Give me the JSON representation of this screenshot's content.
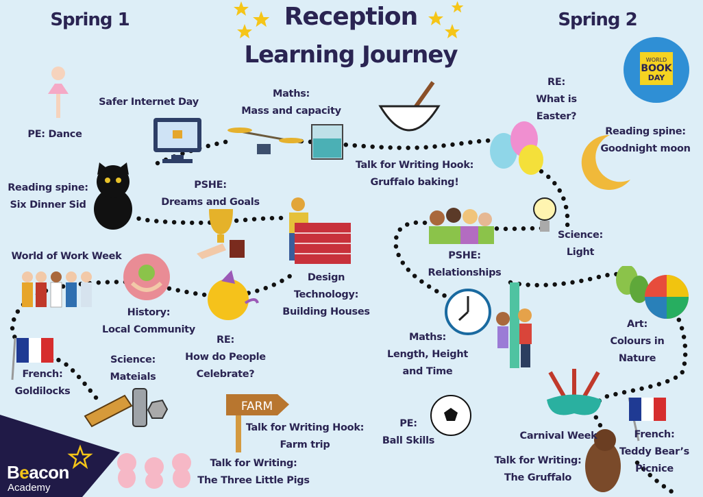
{
  "header": {
    "title_line1": "Reception",
    "title_line2": "Learning Journey",
    "term_left": "Spring 1",
    "term_right": "Spring 2"
  },
  "logo": {
    "name_b": "B",
    "name_e": "e",
    "name_rest": "acon",
    "sub": "Academy"
  },
  "badge": {
    "line1": "WORLD",
    "line2": "BOOK",
    "line3": "DAY"
  },
  "farm_sign": "FARM",
  "colors": {
    "background": "#ddeef7",
    "text": "#2a2452",
    "logo_bg": "#201a47",
    "star": "#f5c518"
  },
  "items": [
    {
      "id": "pe-dance",
      "lines": [
        "PE: Dance"
      ]
    },
    {
      "id": "safer-internet",
      "lines": [
        "Safer Internet Day"
      ]
    },
    {
      "id": "maths-mass",
      "lines": [
        "Maths:",
        "Mass and capacity"
      ]
    },
    {
      "id": "re-easter",
      "lines": [
        "RE:",
        "What is",
        "Easter?"
      ]
    },
    {
      "id": "reading-moon",
      "lines": [
        "Reading spine:",
        "Goodnight moon"
      ]
    },
    {
      "id": "reading-sid",
      "lines": [
        "Reading spine:",
        "Six Dinner Sid"
      ]
    },
    {
      "id": "pshe-dreams",
      "lines": [
        "PSHE:",
        "Dreams and Goals"
      ]
    },
    {
      "id": "t4w-gruffalo-baking",
      "lines": [
        "Talk for Writing Hook:",
        "Gruffalo baking!"
      ]
    },
    {
      "id": "science-light",
      "lines": [
        "Science:",
        "Light"
      ]
    },
    {
      "id": "pshe-relationships",
      "lines": [
        "PSHE:",
        "Relationships"
      ]
    },
    {
      "id": "world-of-work",
      "lines": [
        "World of Work Week"
      ]
    },
    {
      "id": "dt-houses",
      "lines": [
        "Design",
        "Technology:",
        "Building Houses"
      ]
    },
    {
      "id": "history",
      "lines": [
        "History:",
        "Local Community"
      ]
    },
    {
      "id": "re-celebrate",
      "lines": [
        "RE:",
        "How do People",
        "Celebrate?"
      ]
    },
    {
      "id": "art",
      "lines": [
        "Art:",
        "Colours in",
        "Nature"
      ]
    },
    {
      "id": "maths-length",
      "lines": [
        "Maths:",
        "Length, Height",
        "and Time"
      ]
    },
    {
      "id": "science-materials",
      "lines": [
        "Science:",
        "Mateials"
      ]
    },
    {
      "id": "french-goldilocks",
      "lines": [
        "French:",
        "Goldilocks"
      ]
    },
    {
      "id": "pe-ball",
      "lines": [
        "PE:",
        "Ball Skills"
      ]
    },
    {
      "id": "t4w-farm",
      "lines": [
        "Talk for Writing Hook:",
        "Farm trip"
      ]
    },
    {
      "id": "carnival",
      "lines": [
        "Carnival Week"
      ]
    },
    {
      "id": "french-teddy",
      "lines": [
        "French:",
        "Teddy Bear’s",
        "Picnice"
      ]
    },
    {
      "id": "t4w-gruffalo",
      "lines": [
        "Talk for Writing:",
        "The Gruffalo"
      ]
    },
    {
      "id": "t4w-pigs",
      "lines": [
        "Talk for Writing:",
        "The Three Little Pigs"
      ]
    }
  ]
}
